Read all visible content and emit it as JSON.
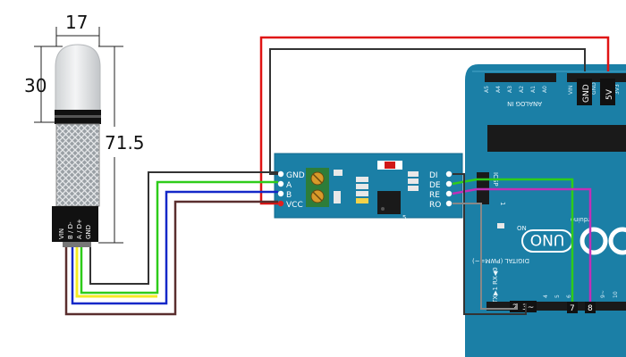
{
  "sensor": {
    "dim_width": "17",
    "dim_cap": "30",
    "dim_length": "71.5",
    "pins": [
      "VIN",
      "B / D-",
      "A / D+",
      "GND"
    ]
  },
  "module": {
    "left_pins": [
      "GND",
      "A",
      "B",
      "VCC"
    ],
    "right_pins": [
      "DI",
      "DE",
      "RE",
      "RO"
    ],
    "chip_label": "5"
  },
  "arduino": {
    "power_tags": [
      "GND",
      "5V"
    ],
    "power_header": [
      "VIN",
      "GND",
      "GND",
      "5V",
      "3V3"
    ],
    "analog_header": [
      "A5",
      "A4",
      "A3",
      "A2",
      "A1",
      "A0"
    ],
    "analog_in_label": "ANALOG IN",
    "on_label": "ON",
    "logo_text": "UNO",
    "brand_text": "rduino",
    "icsp_label": "ICSP",
    "reset_tag": "1",
    "digital_label": "DIGITAL (PWM=~)",
    "txrx_label": "TX▶1  RX◀0",
    "digital_pins": [
      "2",
      "3~"
    ],
    "digital_header": [
      "4",
      "5",
      "6",
      "7",
      "8",
      "9~",
      "10"
    ],
    "pin_tags": [
      "7",
      "8"
    ]
  },
  "colors": {
    "board": "#1b7fa6",
    "wire_red": "#e01414",
    "wire_gray": "#333333",
    "wire_green": "#2ecc1a",
    "wire_yellow": "#f4ea23",
    "wire_blue": "#1428c8",
    "wire_brown": "#5a2e2e",
    "wire_magenta": "#c22fb8",
    "wire_lightgray": "#888888"
  }
}
